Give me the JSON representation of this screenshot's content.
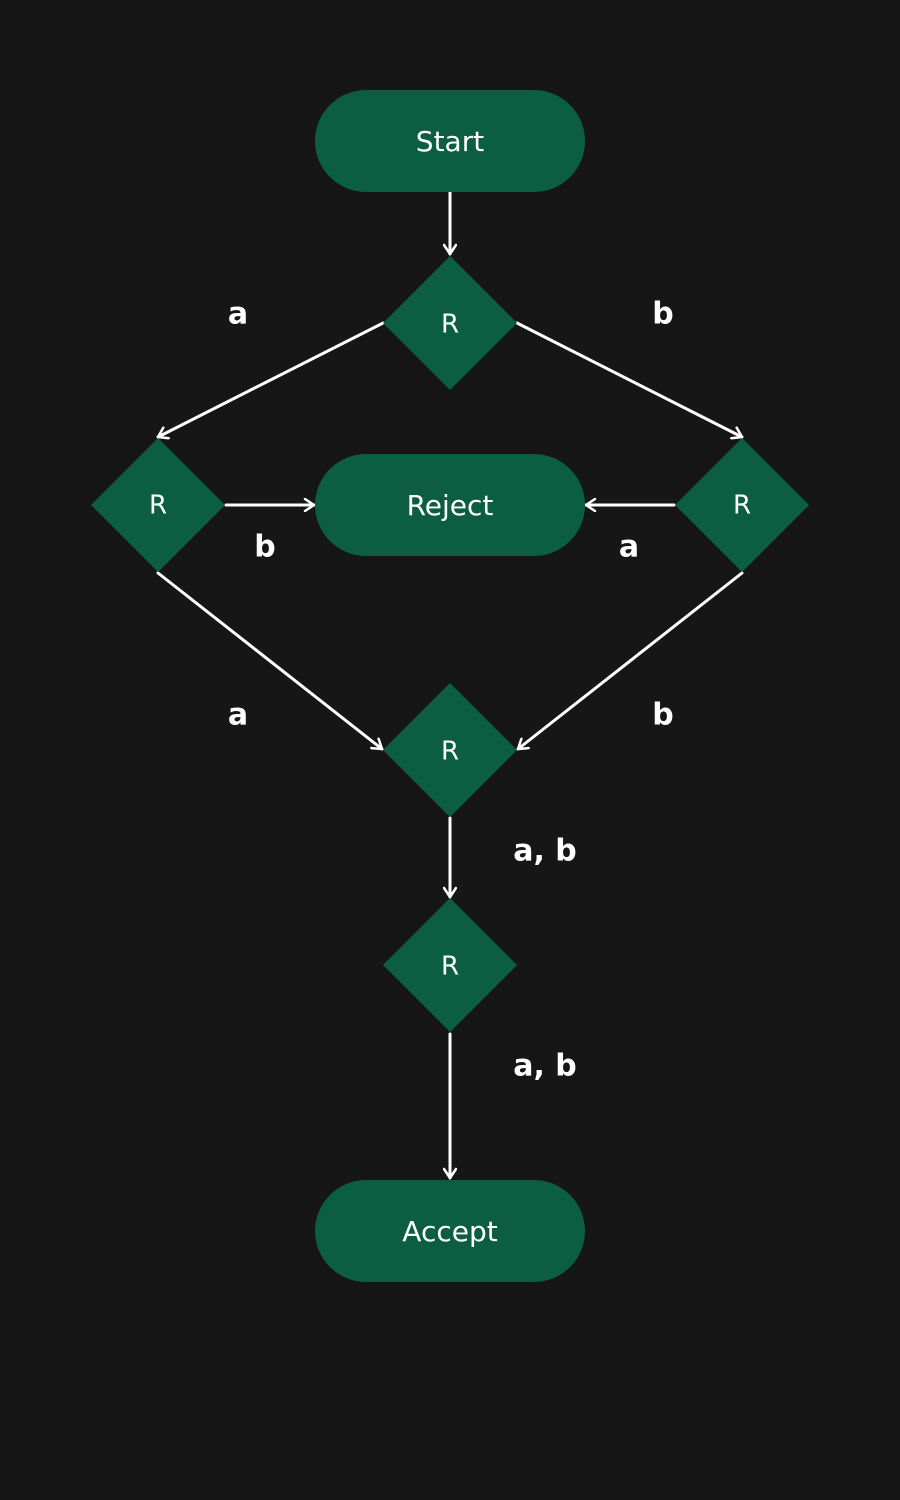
{
  "background_color": "#161616",
  "node_color": "#0b5e42",
  "line_color": "#ffffff",
  "nodes": {
    "start": {
      "label": "Start",
      "shape": "terminal"
    },
    "r_top": {
      "label": "R",
      "shape": "decision"
    },
    "r_left": {
      "label": "R",
      "shape": "decision"
    },
    "r_right": {
      "label": "R",
      "shape": "decision"
    },
    "reject": {
      "label": "Reject",
      "shape": "terminal"
    },
    "r_mid": {
      "label": "R",
      "shape": "decision"
    },
    "r_bottom": {
      "label": "R",
      "shape": "decision"
    },
    "accept": {
      "label": "Accept",
      "shape": "terminal"
    }
  },
  "edges": {
    "start_to_rtop": {
      "from": "Start",
      "to": "R",
      "label": ""
    },
    "rtop_to_rleft": {
      "from": "R",
      "to": "R",
      "label": "a"
    },
    "rtop_to_rright": {
      "from": "R",
      "to": "R",
      "label": "b"
    },
    "rleft_to_reject": {
      "from": "R",
      "to": "Reject",
      "label": "b"
    },
    "rright_to_reject": {
      "from": "R",
      "to": "Reject",
      "label": "a"
    },
    "rleft_to_rmid": {
      "from": "R",
      "to": "R",
      "label": "a"
    },
    "rright_to_rmid": {
      "from": "R",
      "to": "R",
      "label": "b"
    },
    "rmid_to_rbottom": {
      "from": "R",
      "to": "R",
      "label": "a, b"
    },
    "rbottom_to_accept": {
      "from": "R",
      "to": "Accept",
      "label": "a, b"
    }
  }
}
